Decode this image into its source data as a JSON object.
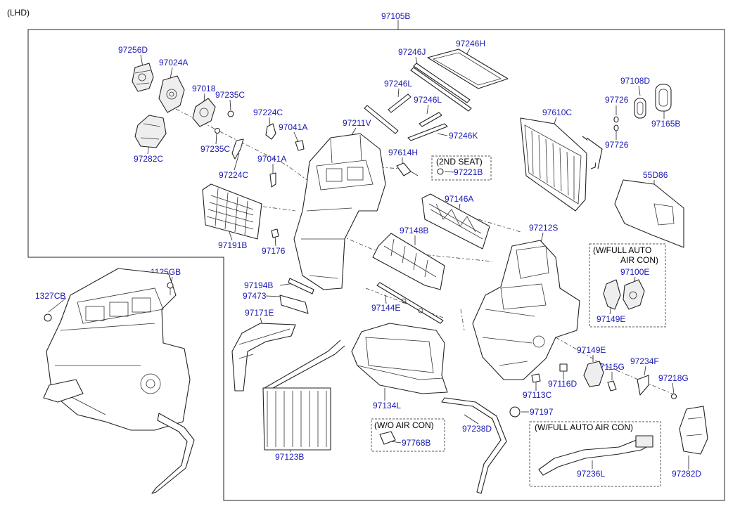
{
  "variant_label": "(LHD)",
  "assembly_label": "97105B",
  "callouts": {
    "p97256D": "97256D",
    "p97024A": "97024A",
    "p97018": "97018",
    "p97235C_a": "97235C",
    "p97235C_b": "97235C",
    "p97224C_a": "97224C",
    "p97224C_b": "97224C",
    "p97041A_a": "97041A",
    "p97041A_b": "97041A",
    "p97282C": "97282C",
    "p97211V": "97211V",
    "p97246J": "97246J",
    "p97246H": "97246H",
    "p97246L_a": "97246L",
    "p97246L_b": "97246L",
    "p97246K": "97246K",
    "p97614H": "97614H",
    "p97221B": "97221B",
    "p97108D": "97108D",
    "p97726_a": "97726",
    "p97726_b": "97726",
    "p97165B": "97165B",
    "p97610C": "97610C",
    "p55D86": "55D86",
    "p97191B": "97191B",
    "p97176": "97176",
    "p97146A": "97146A",
    "p97148B": "97148B",
    "p97212S": "97212S",
    "p97100E": "97100E",
    "p97149E_a": "97149E",
    "p97149E_b": "97149E",
    "p1125GB": "1125GB",
    "p1327CB": "1327CB",
    "p97194B": "97194B",
    "p97473": "97473",
    "p97171E": "97171E",
    "p97144E": "97144E",
    "p97134L": "97134L",
    "p97123B": "97123B",
    "p97238D": "97238D",
    "p97197": "97197",
    "p97768B": "97768B",
    "p97236L": "97236L",
    "p97282D": "97282D",
    "p97115G": "97115G",
    "p97234F": "97234F",
    "p97218G": "97218G",
    "p97113C": "97113C",
    "p97116D": "97116D"
  },
  "notes": {
    "second_seat": "(2ND SEAT)",
    "full_auto_1": "(W/FULL AUTO",
    "full_auto_2": "AIR CON)",
    "wo_aircon": "(W/O AIR CON)",
    "full_auto_long": "(W/FULL AUTO AIR CON)"
  }
}
